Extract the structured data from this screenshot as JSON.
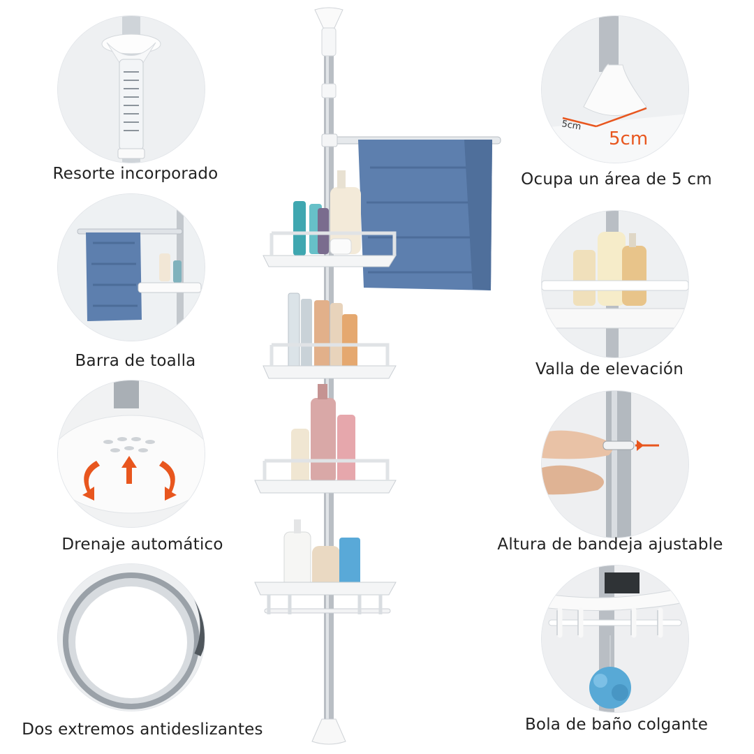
{
  "features_left": [
    {
      "id": "spring",
      "caption": "Resorte incorporado",
      "icon": "spring-icon"
    },
    {
      "id": "towel-bar",
      "caption": "Barra de toalla",
      "icon": "towel-bar-icon"
    },
    {
      "id": "drain",
      "caption": "Drenaje automático",
      "icon": "drain-icon"
    },
    {
      "id": "anti-slip",
      "caption": "Dos extremos antideslizantes",
      "icon": "anti-slip-pad-icon"
    }
  ],
  "features_right": [
    {
      "id": "area",
      "caption": "Ocupa un área de 5 cm",
      "icon": "base-area-icon",
      "annotation": "5cm"
    },
    {
      "id": "fence",
      "caption": "Valla de elevación",
      "icon": "shelf-fence-icon"
    },
    {
      "id": "height",
      "caption": "Altura de bandeja ajustable",
      "icon": "adjust-clip-icon"
    },
    {
      "id": "hooks",
      "caption": "Bola de baño colgante",
      "icon": "hanging-hooks-icon"
    }
  ],
  "colors": {
    "accent_arrow": "#e8561e",
    "towel": "#5d7fae",
    "pole": "#b9bec4",
    "shelf": "#f4f5f6",
    "caption_text": "#222222"
  }
}
